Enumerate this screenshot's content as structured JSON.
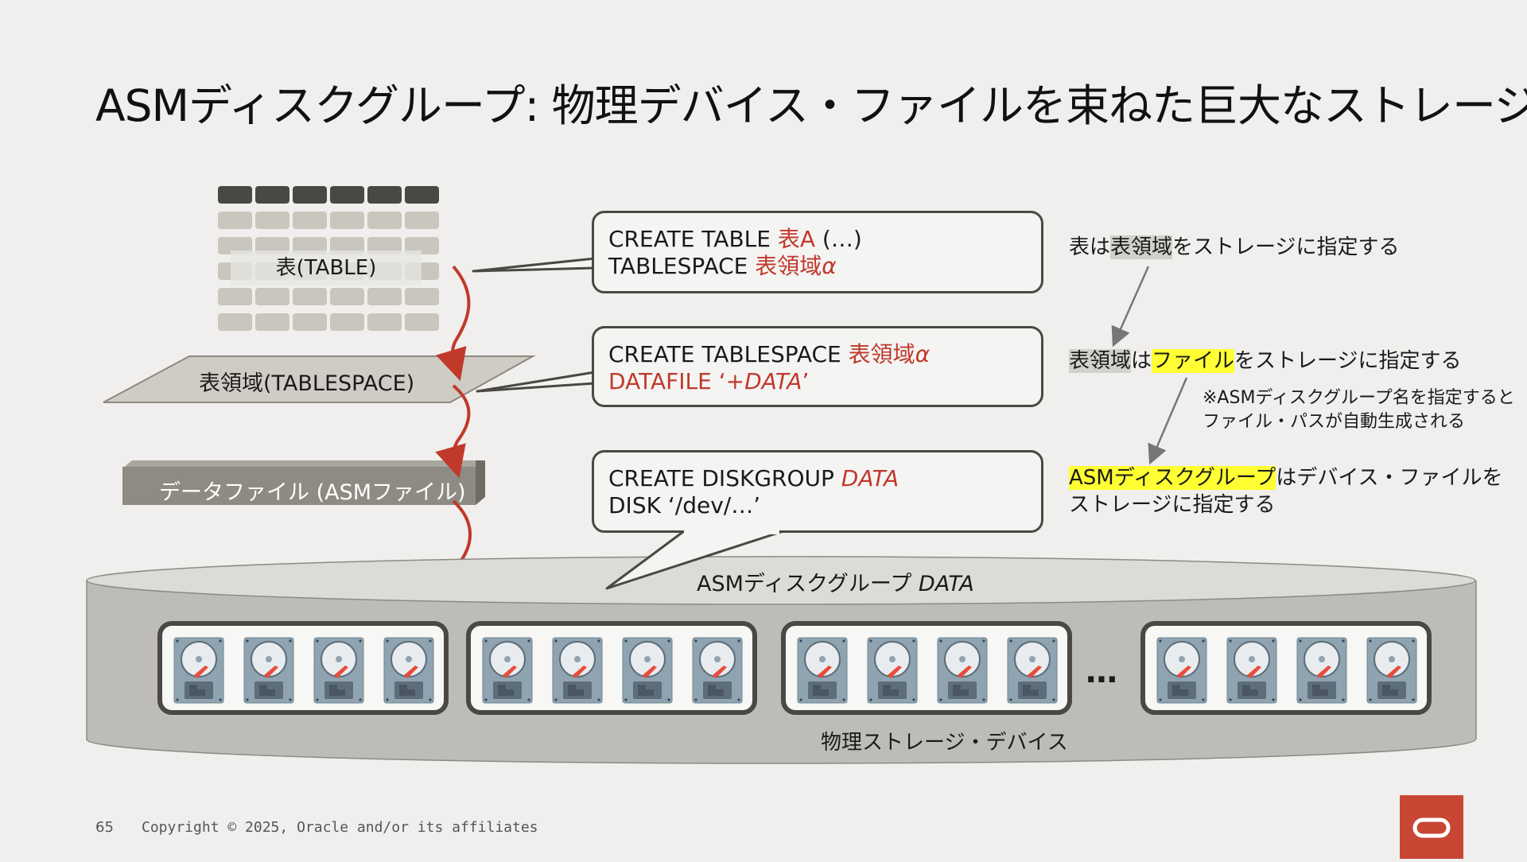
{
  "title": "ASMディスクグループ: 物理デバイス・ファイルを束ねた巨大なストレージ",
  "left_stack": {
    "table_label": "表(TABLE)",
    "tablespace_label": "表領域(TABLESPACE)",
    "datafile_label": "データファイル (ASMファイル)"
  },
  "bubbles": {
    "table": {
      "l1_a": "CREATE TABLE ",
      "l1_b": "表A",
      "l1_c": " (…)",
      "l2_a": "TABLESPACE ",
      "l2_b": "表領域",
      "l2_c": "α"
    },
    "tablespace": {
      "l1_a": "CREATE TABLESPACE ",
      "l1_b": "表領域",
      "l1_c": "α",
      "l2_a": "DATAFILE ‘+",
      "l2_b": "DATA",
      "l2_c": "’"
    },
    "diskgroup": {
      "l1_a": "CREATE DISKGROUP ",
      "l1_b": "DATA",
      "l2": "DISK ‘/dev/…’"
    }
  },
  "notes": {
    "n1_a": "表は",
    "n1_b": "表領域",
    "n1_c": "をストレージに指定する",
    "n2_a": "表領域",
    "n2_b": "は",
    "n2_c": "ファイル",
    "n2_d": "をストレージに指定する",
    "n2_sub1": "※ASMディスクグループ名を指定すると",
    "n2_sub2": "ファイル・パスが自動生成される",
    "n3_a": "ASMディスクグループ",
    "n3_b": "はデバイス・ファイルを",
    "n3_c": "ストレージに指定する"
  },
  "diskgroup": {
    "label_a": "ASMディスクグループ ",
    "label_b": "DATA",
    "physical_label": "物理ストレージ・デバイス",
    "ellipsis": "…"
  },
  "colors": {
    "accent_red": "#c0392b",
    "highlight_yellow": "#ffff33",
    "oracle_red": "#c74634"
  },
  "footer": {
    "page": "65",
    "copyright": "Copyright © 2025, Oracle and/or its affiliates"
  }
}
